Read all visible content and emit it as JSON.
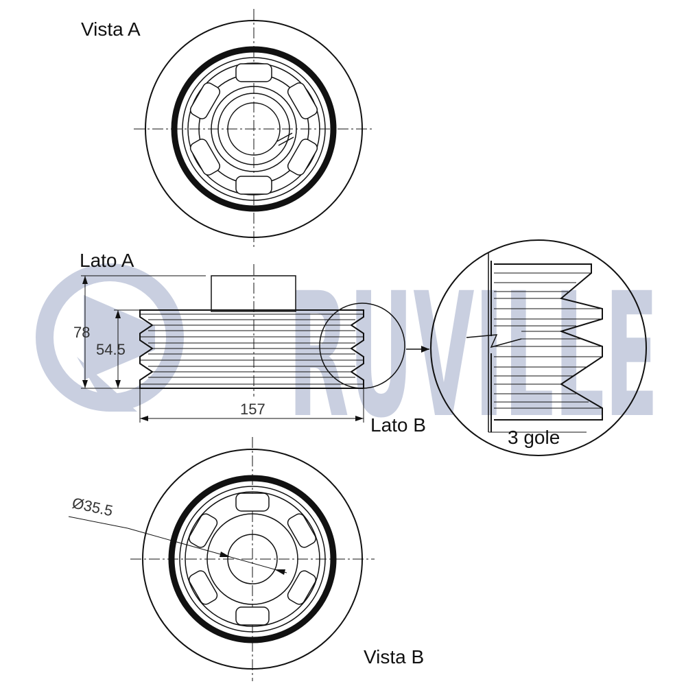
{
  "watermark": {
    "brand": "RUVILLE",
    "color": "#c9cfe0"
  },
  "views": {
    "view_a": "Vista A",
    "view_b": "Vista B",
    "side_a": "Lato A",
    "side_b": "Lato B"
  },
  "dimensions": {
    "height_total": "78",
    "height_grooves": "54.5",
    "width": "157",
    "bore_diameter": "Ø35.5"
  },
  "detail": {
    "grooves_label": "3 gole"
  },
  "colors": {
    "line": "#111111",
    "dimension": "#333333"
  }
}
